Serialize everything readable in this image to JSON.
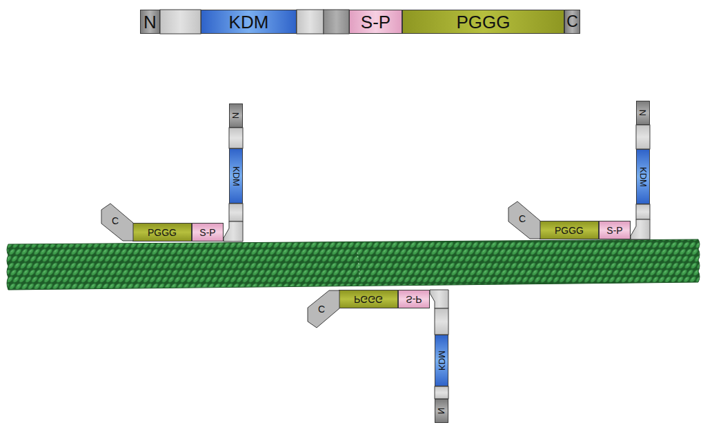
{
  "diagram": {
    "nodes": [
      {
        "text": [
          "N"
        ]
      },
      {
        "text": [
          "KDM"
        ]
      },
      {
        "text": [
          "S-P"
        ]
      },
      {
        "text": [
          "PGGG"
        ]
      },
      {
        "text": [
          "C"
        ]
      },
      {
        "text": [
          "N"
        ]
      },
      {
        "text": [
          "KDM"
        ]
      },
      {
        "text": [
          "S-P"
        ]
      },
      {
        "text": [
          "PGGG"
        ]
      },
      {
        "text": [
          "C"
        ]
      },
      {
        "text": [
          "N"
        ]
      },
      {
        "text": [
          "KDM"
        ]
      },
      {
        "text": [
          "S-P"
        ]
      },
      {
        "text": [
          "PGGG"
        ]
      },
      {
        "text": [
          "C"
        ]
      },
      {
        "text": [
          "N"
        ]
      },
      {
        "text": [
          "KDM"
        ]
      },
      {
        "text": [
          "S-P"
        ]
      },
      {
        "text": [
          "PGGG"
        ]
      },
      {
        "text": [
          "C"
        ]
      }
    ]
  }
}
